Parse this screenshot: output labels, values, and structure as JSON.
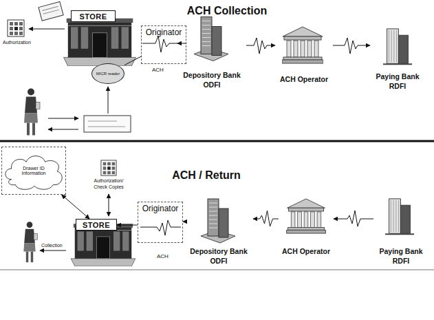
{
  "diagram": {
    "title": "ACH Collection",
    "nodes": [
      {
        "text": [
          "STORE"
        ]
      },
      {
        "text": [
          "Originator"
        ]
      },
      {
        "text": [
          "MICR reader"
        ]
      },
      {
        "text": [
          "Depository Bank ODFI"
        ]
      },
      {
        "text": [
          "ACH Operator"
        ]
      },
      {
        "text": [
          "Paying Bank RDFI"
        ]
      },
      {
        "text": [
          "Drawer ID Information"
        ]
      },
      {
        "text": [
          "STORE"
        ]
      },
      {
        "text": [
          "Originator"
        ]
      },
      {
        "text": [
          "Depository Bank ODFI"
        ]
      },
      {
        "text": [
          "ACH Operator"
        ]
      },
      {
        "text": [
          "Paying Bank RDFI"
        ]
      }
    ],
    "edges": [
      {
        "from": 2,
        "to": 1,
        "arrow": "none"
      },
      {
        "from": 1,
        "to": 3,
        "arrow": "to"
      },
      {
        "from": 3,
        "to": 4,
        "arrow": "to"
      },
      {
        "from": 4,
        "to": 5,
        "arrow": "to"
      },
      {
        "from": 11,
        "to": 10,
        "arrow": "to"
      },
      {
        "from": 10,
        "to": 9,
        "arrow": "to"
      },
      {
        "from": 9,
        "to": 8,
        "arrow": "to"
      },
      {
        "from": 8,
        "to": 7,
        "arrow": "to"
      },
      {
        "from": 7,
        "to": 6,
        "arrow": "both"
      }
    ],
    "labels": [
      "Authorization",
      "ACH",
      "ACH / Return",
      "Authorization/ Check Copies",
      "Collection",
      "ACH"
    ]
  }
}
